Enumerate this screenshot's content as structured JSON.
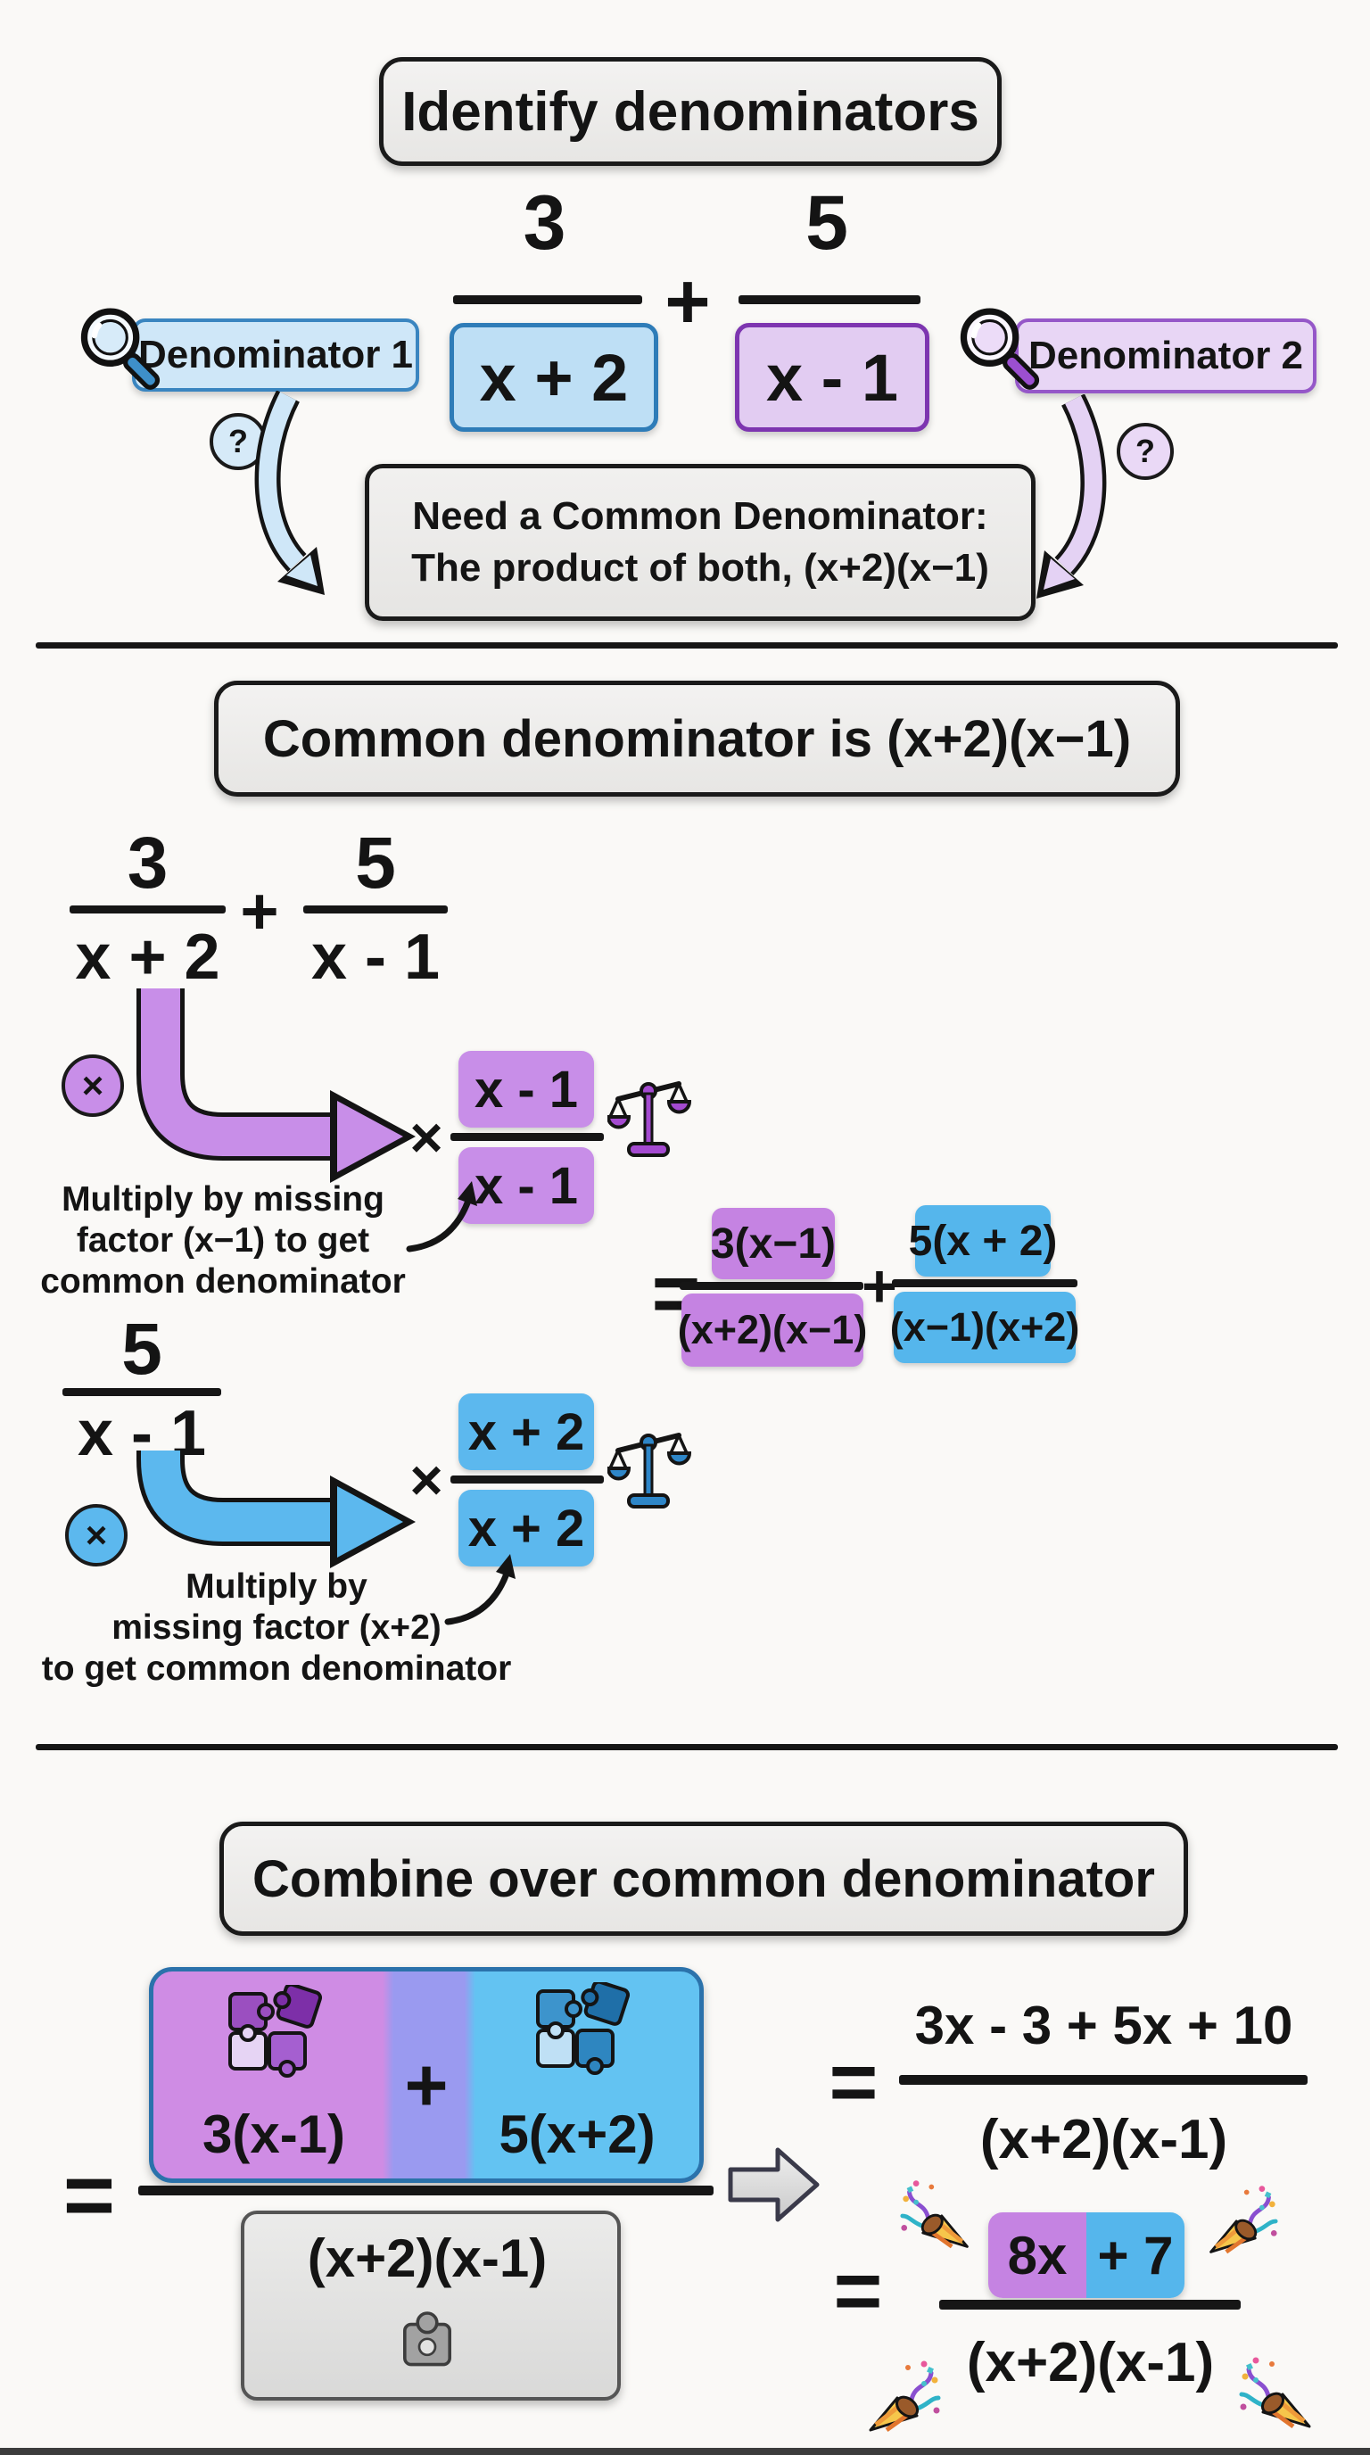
{
  "colors": {
    "background": "#faf9f7",
    "ink": "#141414",
    "panel_gray": "#ececea",
    "blue_border": "#2e7cb8",
    "blue_light": "#bedff5",
    "blue_mid": "#5cb8ee",
    "purple_border": "#7d35b0",
    "purple_light": "#e2ccf2",
    "purple_mid": "#c88ee8",
    "equation_purple": "#c583e2",
    "equation_blue": "#55b6ec",
    "split_left_purple": "#cf8ce4",
    "split_middle_periwinkle": "#9a9af0",
    "split_right_blue": "#63c3f2"
  },
  "icons": {
    "magnifier": "magnifying-glass-icon",
    "question": "question-mark-badge",
    "curved_arrow": "curved-arrow-icon",
    "circled_times": "circled-multiply-icon",
    "elbow_arrow": "elbow-arrow-icon",
    "balance": "balance-scale-icon",
    "pointer_arrow": "small-curved-arrow-icon",
    "puzzle_cluster": "puzzle-pieces-icon",
    "puzzle_single": "puzzle-piece-icon",
    "big_arrow": "right-arrow-icon",
    "party": "party-popper-icon"
  },
  "step1": {
    "title": "Identify denominators",
    "fraction1": {
      "numerator": "3",
      "denominator": "x + 2"
    },
    "operator_plus": "+",
    "fraction2": {
      "numerator": "5",
      "denominator": "x - 1"
    },
    "denominator1_label": "Denominator 1",
    "denominator2_label": "Denominator 2",
    "question_mark": "?",
    "note_line1": "Need a Common Denominator:",
    "note_line2": "The product of both, (x+2)(x−1)"
  },
  "step2": {
    "title": "Common denominator is (x+2)(x−1)",
    "expression": {
      "numerator1": "3",
      "denominator1": "x + 2",
      "plus": "+",
      "numerator2": "5",
      "denominator2": "x - 1"
    },
    "multiply1": {
      "circled_times": "×",
      "times": "×",
      "factor_numerator": "x - 1",
      "factor_denominator": "x - 1",
      "caption_line1": "Multiply by missing",
      "caption_line2": "factor (x−1) to get",
      "caption_line3": "common denominator"
    },
    "equation": {
      "equals": "=",
      "fraction1_numerator": "3(x−1)",
      "fraction1_denominator": "(x+2)(x−1)",
      "plus": "+",
      "fraction2_numerator": "5(x + 2)",
      "fraction2_denominator": "(x−1)(x+2)"
    },
    "fraction_second": {
      "numerator": "5",
      "denominator": "x - 1"
    },
    "multiply2": {
      "circled_times": "×",
      "times": "×",
      "factor_numerator": "x + 2",
      "factor_denominator": "x + 2",
      "caption_line1": "Multiply by",
      "caption_line2": "missing factor (x+2)",
      "caption_line3": "to get common denominator"
    }
  },
  "step3": {
    "title": "Combine over common denominator",
    "equals": "=",
    "numerator_left": "3(x-1)",
    "numerator_plus": "+",
    "numerator_right": "5(x+2)",
    "denominator": "(x+2)(x-1)",
    "equation_expanded": {
      "equals": "=",
      "numerator": "3x - 3 + 5x + 10",
      "denominator": "(x+2)(x-1)"
    },
    "equation_final": {
      "equals": "=",
      "numerator_left": "8x",
      "numerator_right": "+ 7",
      "denominator": "(x+2)(x-1)"
    }
  }
}
